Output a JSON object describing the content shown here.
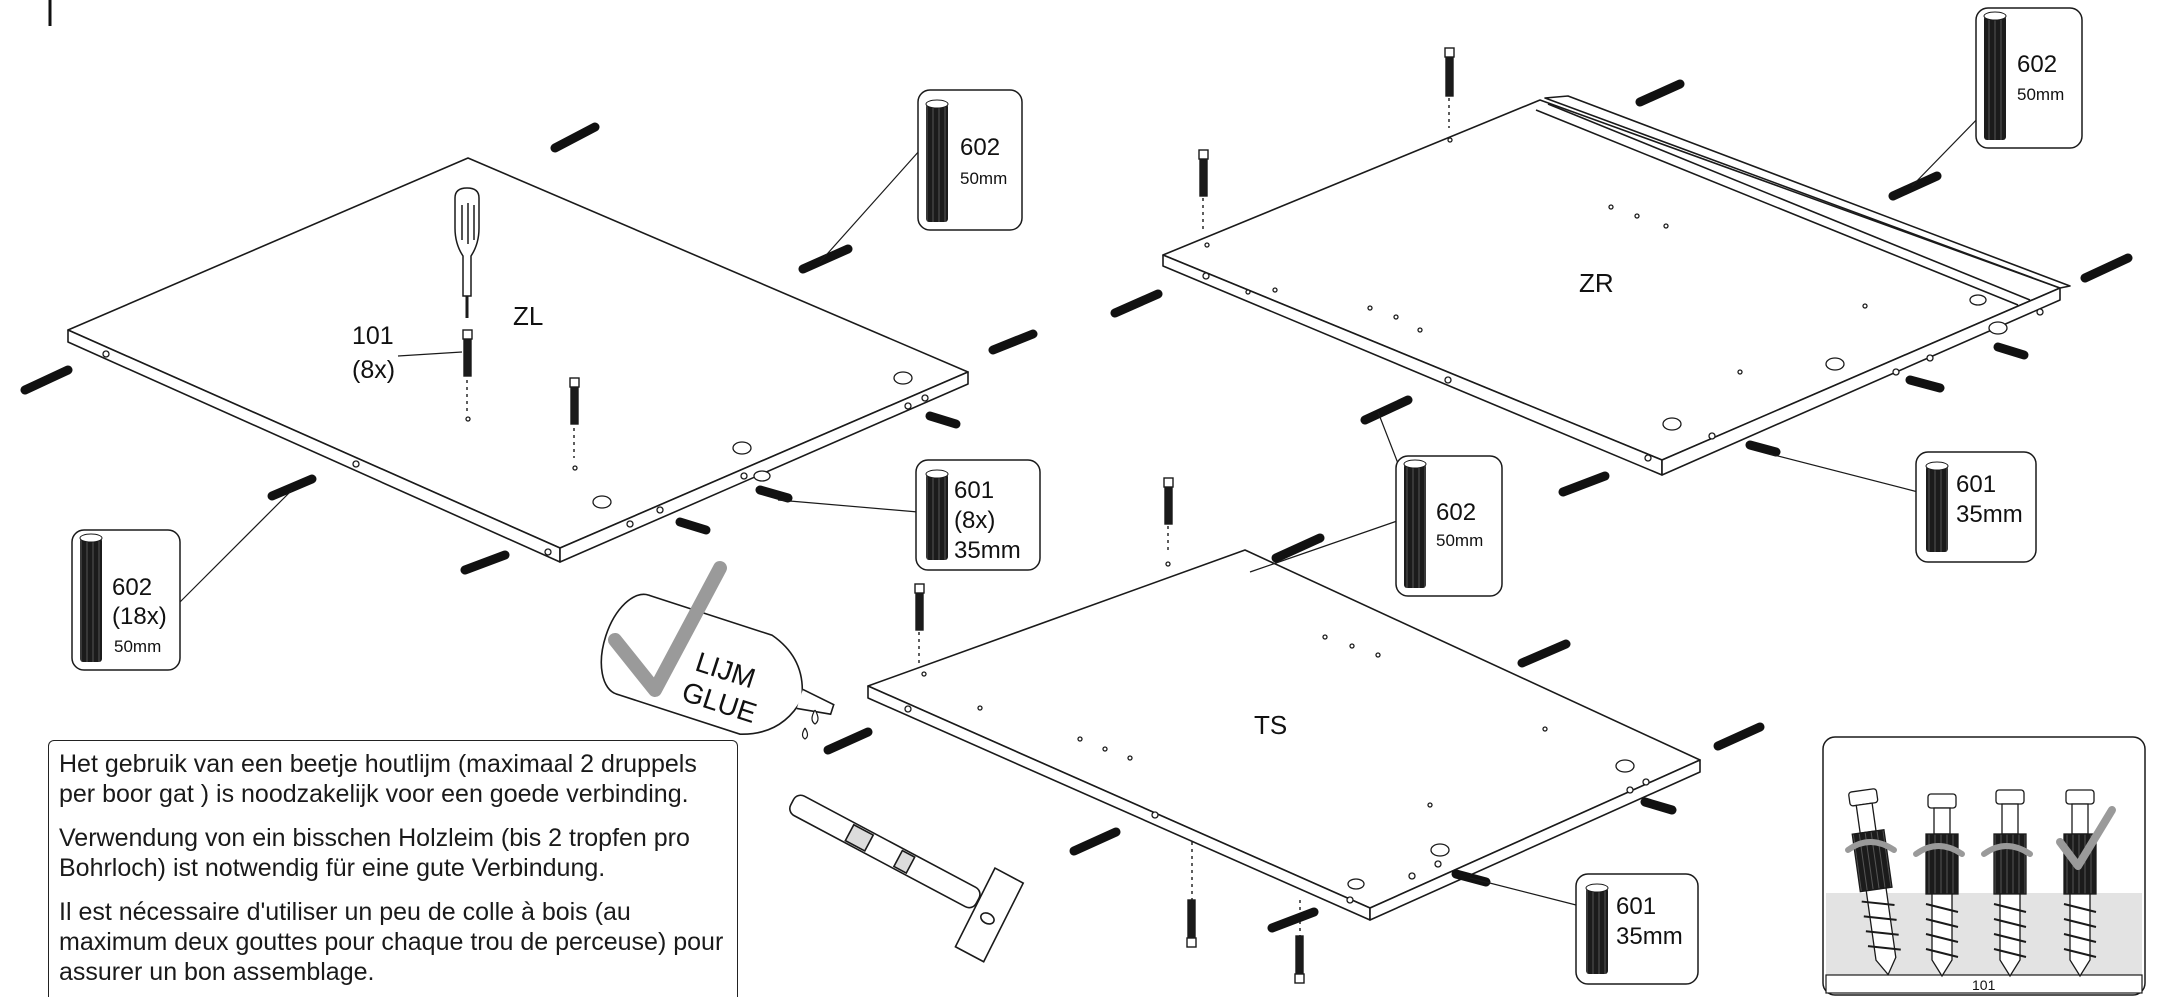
{
  "panels": {
    "zl": "ZL",
    "zr": "ZR",
    "ts": "TS"
  },
  "screw_callout": {
    "code": "101",
    "qty": "(8x)"
  },
  "glue_bottle": {
    "line1": "LIJM",
    "line2": "GLUE"
  },
  "callouts": [
    {
      "code": "602",
      "size": "50mm"
    },
    {
      "code": "601",
      "qty": "(8x)",
      "size": "35mm"
    },
    {
      "code": "602",
      "qty": "(18x)",
      "size": "50mm"
    },
    {
      "code": "602",
      "size": "50mm"
    },
    {
      "code": "602",
      "size": "50mm"
    },
    {
      "code": "601",
      "size": "35mm"
    },
    {
      "code": "601",
      "size": "35mm"
    }
  ],
  "notes": [
    "Het gebruik van een beetje houtlijm (maximaal 2 druppels per boor gat ) is noodzakelijk voor een goede verbinding.",
    "Verwendung von ein bisschen Holzleim (bis 2 tropfen pro Bohrloch) ist notwendig für eine gute Verbindung.",
    "Il est nécessaire d'utiliser un peu de colle à bois (au maximum deux gouttes pour chaque trou de perceuse) pour assurer un bon assemblage."
  ],
  "screw_detail_label": "101",
  "colors": {
    "line": "#1a1a1a",
    "dowel": "#111111",
    "check": "#9a9a9a",
    "ground": "#e3e3e3"
  }
}
